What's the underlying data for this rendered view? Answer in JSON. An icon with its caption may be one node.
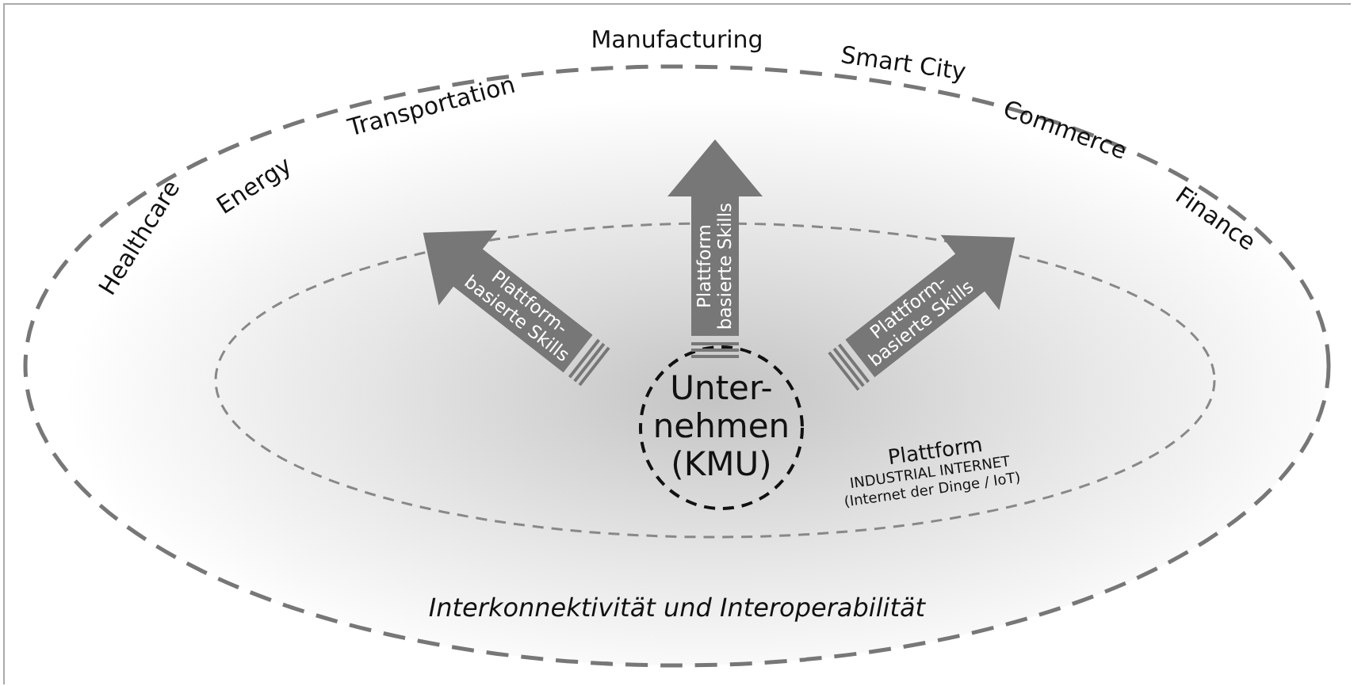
{
  "diagram": {
    "nodes": [
      {
        "text": [
          "Interkonnektivität und Interoperabilität"
        ]
      },
      {
        "text": [
          "Plattform",
          "INDUSTRIAL INTERNET (Internet der Dinge / IoT)"
        ],
        "in": 0
      },
      {
        "text": [
          "Unter- nehmen (KMU)"
        ],
        "in": 1
      },
      {
        "text": [
          "Plattform- basierte Skills"
        ],
        "in": 1
      },
      {
        "text": [
          "Plattform basierte Skills"
        ],
        "in": 0
      },
      {
        "text": [
          "Plattform- basierte Skills"
        ],
        "in": 1
      }
    ],
    "labels": [
      "Healthcare",
      "Energy",
      "Transportation",
      "Manufacturing",
      "Smart City",
      "Commerce",
      "Finance"
    ]
  }
}
